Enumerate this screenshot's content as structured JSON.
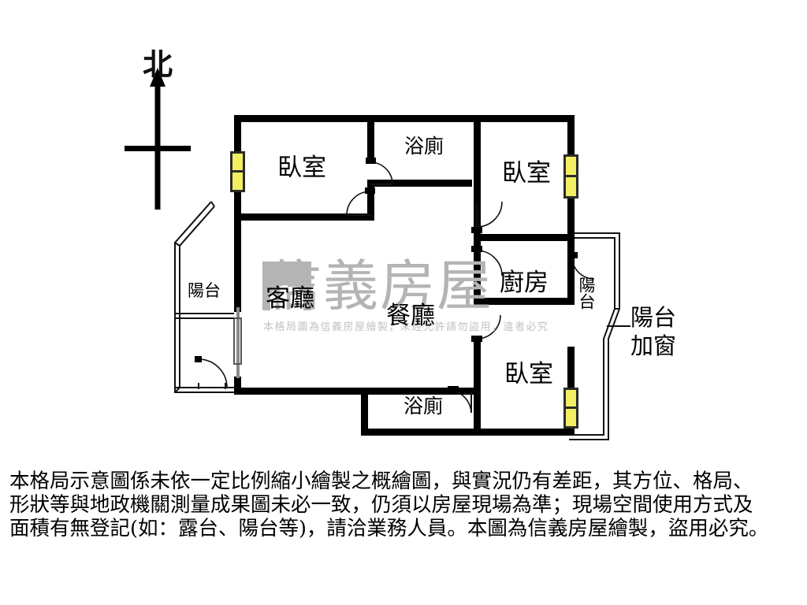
{
  "compass": {
    "label": "北",
    "icon": "north-arrow-icon"
  },
  "watermark": {
    "brand": "信義房屋",
    "note": "本格局圖為信義房屋繪製，未經允許請勿盜用，違者必究",
    "logo_icon": "xinyi-realty-logo",
    "color": "#b4b4b4"
  },
  "rooms": [
    {
      "id": "bedroom-top-left",
      "label": "臥室",
      "size": "big"
    },
    {
      "id": "bathroom-top",
      "label": "浴廁",
      "size": "med"
    },
    {
      "id": "bedroom-top-right",
      "label": "臥室",
      "size": "big"
    },
    {
      "id": "balcony-left",
      "label": "陽台",
      "size": "small"
    },
    {
      "id": "living-room",
      "label": "客廳",
      "size": "big"
    },
    {
      "id": "dining-room",
      "label": "餐廳",
      "size": "big"
    },
    {
      "id": "kitchen",
      "label": "廚房",
      "size": "big"
    },
    {
      "id": "balcony-right",
      "label": "陽台",
      "size": "small"
    },
    {
      "id": "bathroom-bottom",
      "label": "浴廁",
      "size": "med"
    },
    {
      "id": "bedroom-bottom-right",
      "label": "臥室",
      "size": "big"
    }
  ],
  "annotations": {
    "balcony_window": "陽台\n加窗",
    "balcony_window_line1": "陽台",
    "balcony_window_line2": "加窗"
  },
  "disclaimer": {
    "line1": "本格局示意圖係未依一定比例縮小繪製之概繪圖，與實況仍有差距，其方位、格局、",
    "line2": "形狀等與地政機關測量成果圖未必一致，仍須以房屋現場為準；現場空間使用方式及",
    "line3": "面積有無登記(如：露台、陽台等)，請洽業務人員。本圖為信義房屋繪製，盜用必究。"
  },
  "legend": {
    "window_color": "#f2ef63",
    "wall_color": "#000000",
    "thin_wall_color": "#1a1a1a"
  }
}
